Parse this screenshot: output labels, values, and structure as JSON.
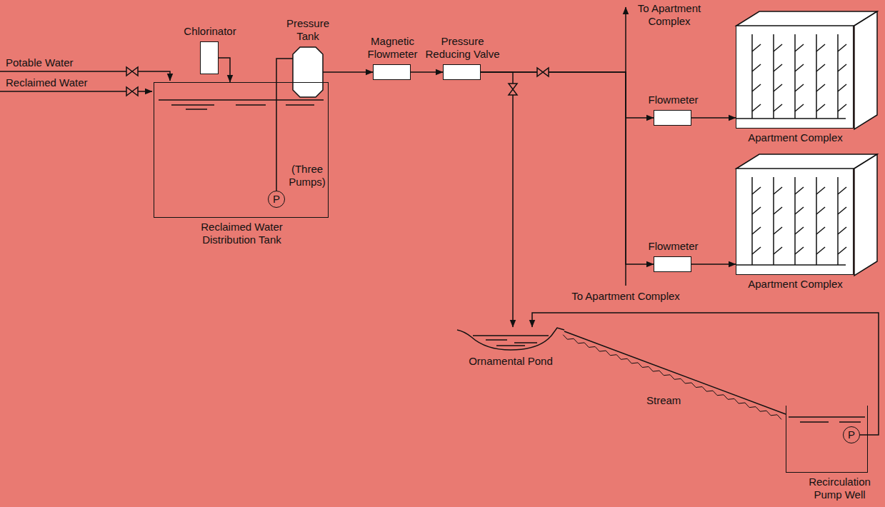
{
  "diagram": {
    "nodes": [
      {
        "text": [
          "Chlorinator"
        ]
      },
      {
        "text": [
          "Pressure Tank"
        ]
      },
      {
        "text": [
          "Magnetic Flowmeter"
        ]
      },
      {
        "text": [
          "Pressure Reducing Valve"
        ]
      },
      {
        "text": [
          "Reclaimed Water Distribution Tank"
        ]
      },
      {
        "text": [
          "P"
        ],
        "in": 4
      },
      {
        "text": [
          "Flowmeter"
        ]
      },
      {
        "text": [
          "Apartment Complex"
        ]
      },
      {
        "text": [
          "Flowmeter"
        ]
      },
      {
        "text": [
          "Apartment Complex"
        ]
      },
      {
        "text": [
          "Ornamental Pond"
        ]
      },
      {
        "text": [
          "Recirculation Pump Well"
        ]
      },
      {
        "text": [
          "P"
        ],
        "in": 11
      }
    ],
    "edges": [
      {
        "from": 0,
        "to": 4,
        "arrow": "to"
      },
      {
        "from": 5,
        "to": 1,
        "arrow": "none"
      },
      {
        "from": 1,
        "to": 2,
        "arrow": "to"
      },
      {
        "from": 2,
        "to": 3,
        "arrow": "to"
      },
      {
        "from": 3,
        "to": 6,
        "arrow": "to"
      },
      {
        "from": 3,
        "to": 8,
        "arrow": "to"
      },
      {
        "from": 3,
        "to": 10,
        "arrow": "to"
      },
      {
        "from": 6,
        "to": 7,
        "arrow": "to"
      },
      {
        "from": 8,
        "to": 9,
        "arrow": "to"
      },
      {
        "from": 12,
        "to": 10,
        "arrow": "to"
      },
      {
        "from": 10,
        "to": 11,
        "label": "Stream",
        "arrow": "none"
      }
    ],
    "labels": [
      "Potable Water",
      "Reclaimed Water",
      "(Three Pumps)",
      "To Apartment Complex",
      "To Apartment Complex"
    ]
  }
}
